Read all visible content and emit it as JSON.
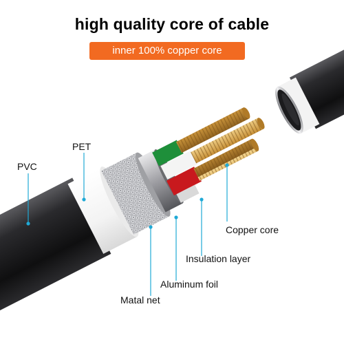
{
  "header": {
    "title": "high quality core of cable",
    "badge": "inner 100% copper core"
  },
  "labels": {
    "pvc": "PVC",
    "pet": "PET",
    "copper_core": "Copper core",
    "insulation_layer": "Insulation layer",
    "aluminum_foil": "Aluminum foil",
    "metal_net": "Matal net"
  },
  "colors": {
    "badge": "#f26a21",
    "pointer_line": "#1fa9d6",
    "jacket": "#1c1c1e",
    "copper": "#d1a24a",
    "wire_green": "#1e8f3a",
    "wire_red": "#c8191e",
    "wire_white": "#f2f2f2"
  }
}
